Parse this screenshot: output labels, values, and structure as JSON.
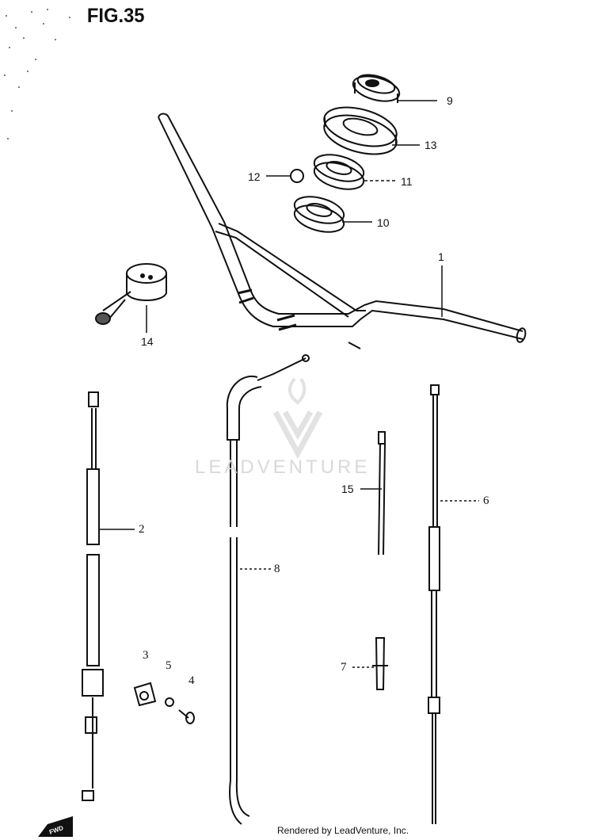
{
  "figure": {
    "title": "FIG.35"
  },
  "callouts": {
    "p1": "1",
    "p2": "2",
    "p3": "3",
    "p4": "4",
    "p5": "5",
    "p6": "6",
    "p7": "7",
    "p8": "8",
    "p9": "9",
    "p10": "10",
    "p11": "11",
    "p12": "12",
    "p13": "13",
    "p14": "14",
    "p15": "15"
  },
  "watermark": {
    "text": "LEADVENTURE"
  },
  "corner_mark": {
    "text": "FWD"
  },
  "footer": {
    "credit": "Rendered by LeadVenture, Inc."
  },
  "colors": {
    "ink": "#111111",
    "watermark": "#d9d9d9",
    "background": "#ffffff"
  }
}
